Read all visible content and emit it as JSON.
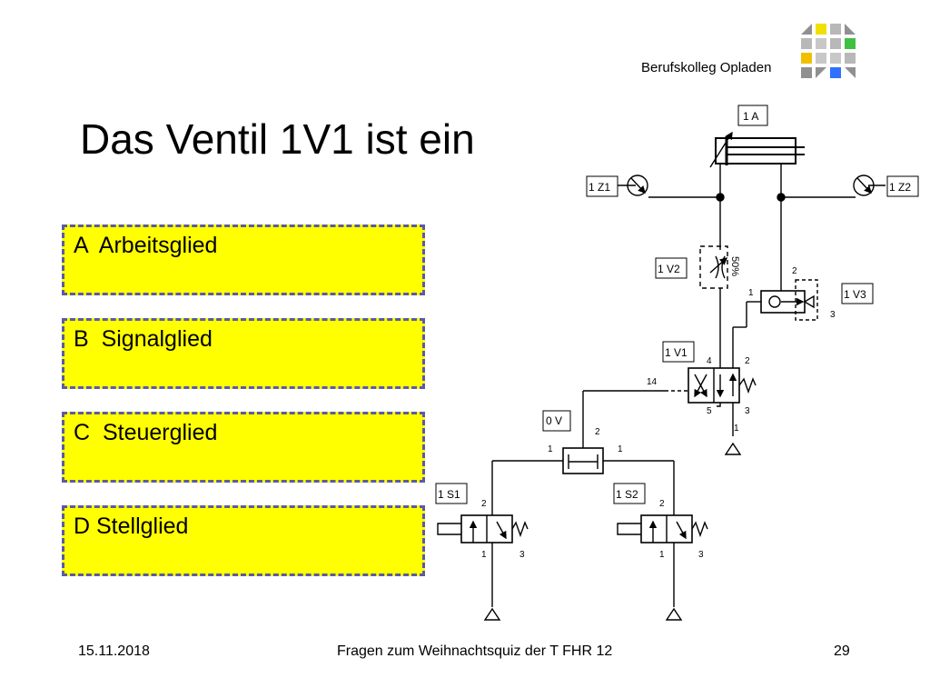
{
  "header": {
    "school": "Berufskolleg Opladen"
  },
  "logo": {
    "colors": [
      "#909090",
      "#f0e000",
      "#b8b8b8",
      "#909090",
      "#b8b8b8",
      "#c8c8c8",
      "#b8b8b8",
      "#40c040",
      "#f0c000",
      "#909090",
      "#3070ff",
      "#909090"
    ]
  },
  "title": "Das Ventil 1V1 ist ein",
  "answers": [
    {
      "label": "A  Arbeitsglied"
    },
    {
      "label": "B  Signalglied"
    },
    {
      "label": "C  Steuerglied"
    },
    {
      "label": "D Stellglied"
    }
  ],
  "diagram": {
    "cylinder": "1  A",
    "z1": "1 Z1",
    "z2": "1 Z2",
    "v2": "1 V2",
    "v2_percent": "50%",
    "v3": "1 V3",
    "v1": "1 V1",
    "v0": "0  V",
    "s1": "1 S1",
    "s2": "1 S2",
    "ports": {
      "p2": "2",
      "p1": "1",
      "p3": "3",
      "p4": "4",
      "p5": "5",
      "p14": "14"
    }
  },
  "footer": {
    "date": "15.11.2018",
    "center": "Fragen zum Weihnachtsquiz der T FHR 12",
    "page": "29"
  }
}
